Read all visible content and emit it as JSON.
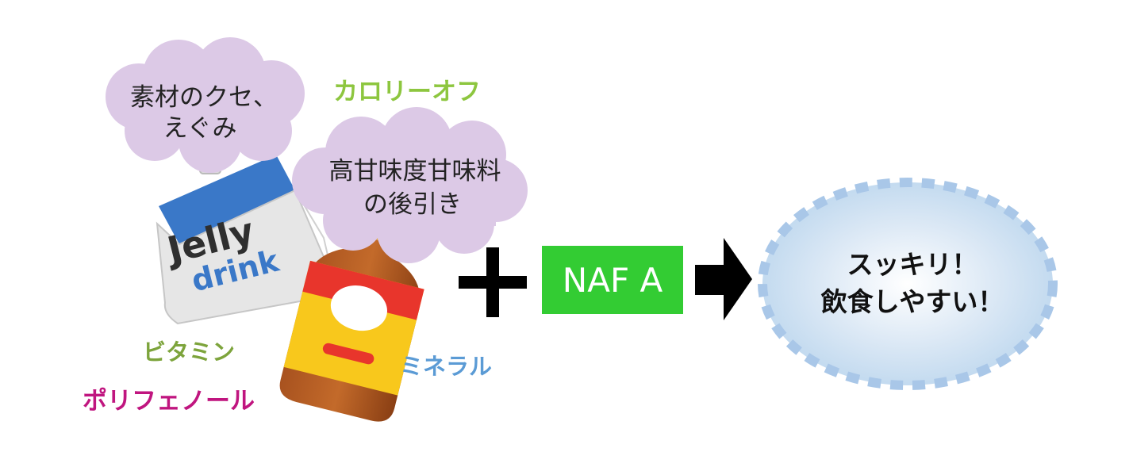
{
  "bubbles": {
    "bubble1": {
      "line1": "素材のクセ、",
      "line2": "えぐみ"
    },
    "bubble2": {
      "line1": "高甘味度甘味料",
      "line2": "の後引き"
    }
  },
  "pouch": {
    "word1": "Jelly",
    "word2": "drink"
  },
  "labels": {
    "calorie_off": "カロリーオフ",
    "vitamin": "ビタミン",
    "mineral": "ミネラル",
    "polyphenol": "ポリフェノール"
  },
  "plus_symbol": "＋",
  "additive_box": {
    "label": "NAF A"
  },
  "result": {
    "line1": "スッキリ！",
    "line2": "飲食しやすい！"
  },
  "colors": {
    "cloud": "#dcc9e6",
    "green_label": "#8dc63f",
    "olive_label": "#7da43c",
    "blue_label": "#5b9bd5",
    "magenta_label": "#c0157f",
    "naf_box": "#33cc33",
    "result_fill": "#bdd7ee",
    "result_dash": "#a9c7e8"
  }
}
